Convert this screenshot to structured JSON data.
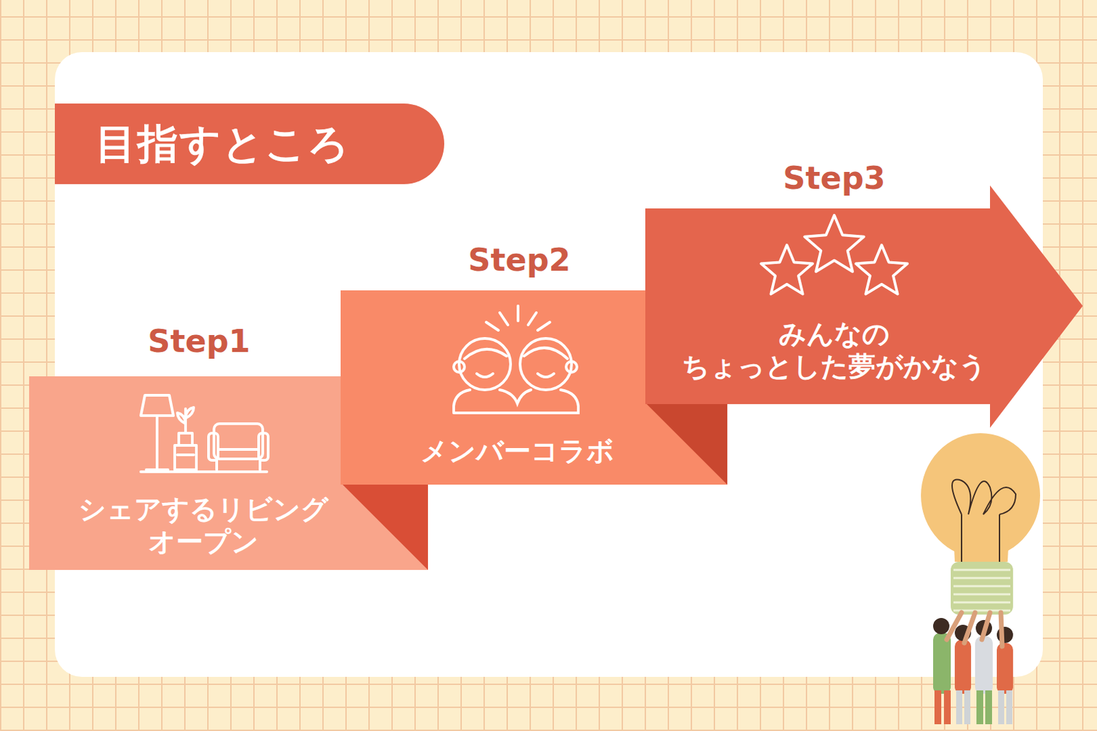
{
  "diagram": {
    "title": "目指すところ",
    "nodes": [
      {
        "text": [
          "Step1",
          "シェアするリビング オープン"
        ]
      },
      {
        "text": [
          "Step2",
          "メンバーコラボ"
        ]
      },
      {
        "text": [
          "Step3",
          "みんなの ちょっとした夢がかなう"
        ]
      }
    ]
  }
}
